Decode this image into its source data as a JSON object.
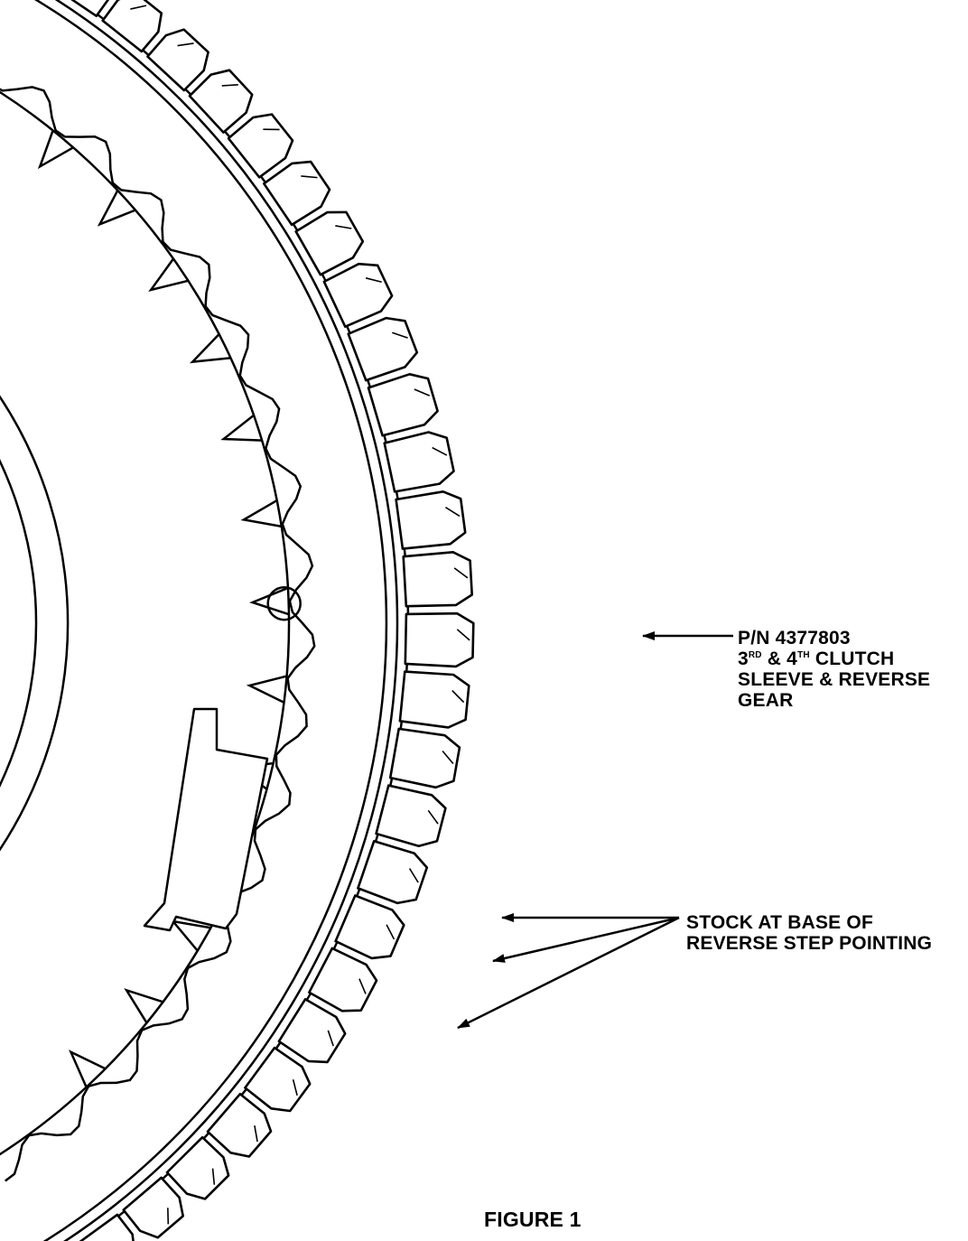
{
  "callouts": {
    "part": {
      "pn": "P/N 4377803",
      "line2_num1": "3",
      "line2_sup1": "RD",
      "line2_amp": " & 4",
      "line2_sup2": "TH",
      "line2_rest": " CLUTCH",
      "line3": "SLEEVE & REVERSE",
      "line4": "GEAR"
    },
    "stock": {
      "line1": "STOCK AT BASE OF",
      "line2": "REVERSE STEP POINTING"
    }
  },
  "caption": "FIGURE 1",
  "colors": {
    "ink": "#000000",
    "paper": "#ffffff"
  }
}
